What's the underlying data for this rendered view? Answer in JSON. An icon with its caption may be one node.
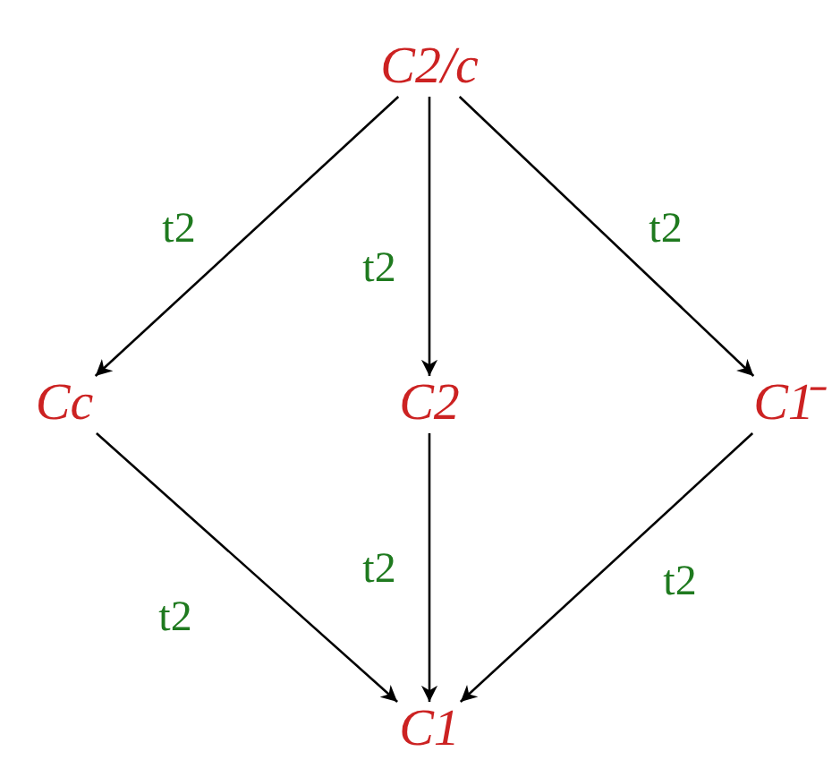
{
  "diagram": {
    "nodes": [
      {
        "text": [
          "C2/c"
        ]
      },
      {
        "text": [
          "Cc"
        ]
      },
      {
        "text": [
          "C2"
        ]
      },
      {
        "text": [
          "C1̄"
        ]
      },
      {
        "text": [
          "C1"
        ]
      }
    ],
    "edges": [
      {
        "from": 0,
        "to": 1,
        "arrow": "to",
        "label": "t2"
      },
      {
        "from": 0,
        "to": 2,
        "arrow": "to",
        "label": "t2"
      },
      {
        "from": 0,
        "to": 3,
        "arrow": "to",
        "label": "t2"
      },
      {
        "from": 1,
        "to": 4,
        "arrow": "to",
        "label": "t2"
      },
      {
        "from": 2,
        "to": 4,
        "arrow": "to",
        "label": "t2"
      },
      {
        "from": 3,
        "to": 4,
        "arrow": "to",
        "label": "t2"
      }
    ]
  }
}
